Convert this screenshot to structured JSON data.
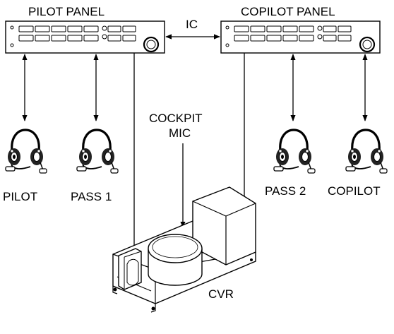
{
  "labels": {
    "pilot_panel": "PILOT PANEL",
    "copilot_panel": "COPILOT PANEL",
    "intercom": "IC",
    "cockpit_mic_line1": "COCKPIT",
    "cockpit_mic_line2": "MIC",
    "pilot": "PILOT",
    "pass1": "PASS 1",
    "pass2": "PASS 2",
    "copilot": "COPILOT",
    "cvr": "CVR"
  },
  "icons": {
    "headset": "headset-icon",
    "panel": "audio-panel-icon",
    "recorder": "cockpit-voice-recorder-icon"
  }
}
